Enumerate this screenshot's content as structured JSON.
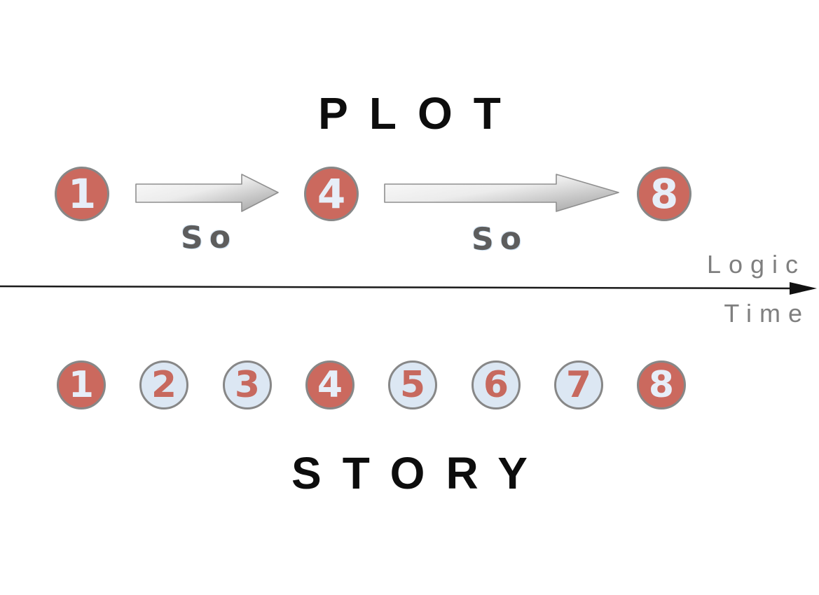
{
  "plot_section": {
    "title": "PLOT",
    "nodes": [
      "1",
      "4",
      "8"
    ],
    "arrows": [
      {
        "label": "So"
      },
      {
        "label": "So"
      }
    ]
  },
  "axis": {
    "above_label": "Logic",
    "below_label": "Time"
  },
  "story_section": {
    "title": "STORY",
    "nodes": [
      {
        "value": "1",
        "highlighted": true
      },
      {
        "value": "2",
        "highlighted": false
      },
      {
        "value": "3",
        "highlighted": false
      },
      {
        "value": "4",
        "highlighted": true
      },
      {
        "value": "5",
        "highlighted": false
      },
      {
        "value": "6",
        "highlighted": false
      },
      {
        "value": "7",
        "highlighted": false
      },
      {
        "value": "8",
        "highlighted": true
      }
    ]
  },
  "colors": {
    "highlight_fill": "#cb695e",
    "plain_fill": "#dce7f3",
    "circle_border": "#878787",
    "highlight_digit": "#e7eef8",
    "plain_digit": "#c7695e",
    "axis_label": "#7f7f7f",
    "title": "#0d0d0d",
    "so_label": "#5d5d5d",
    "axis_line": "#1a1a1a"
  }
}
